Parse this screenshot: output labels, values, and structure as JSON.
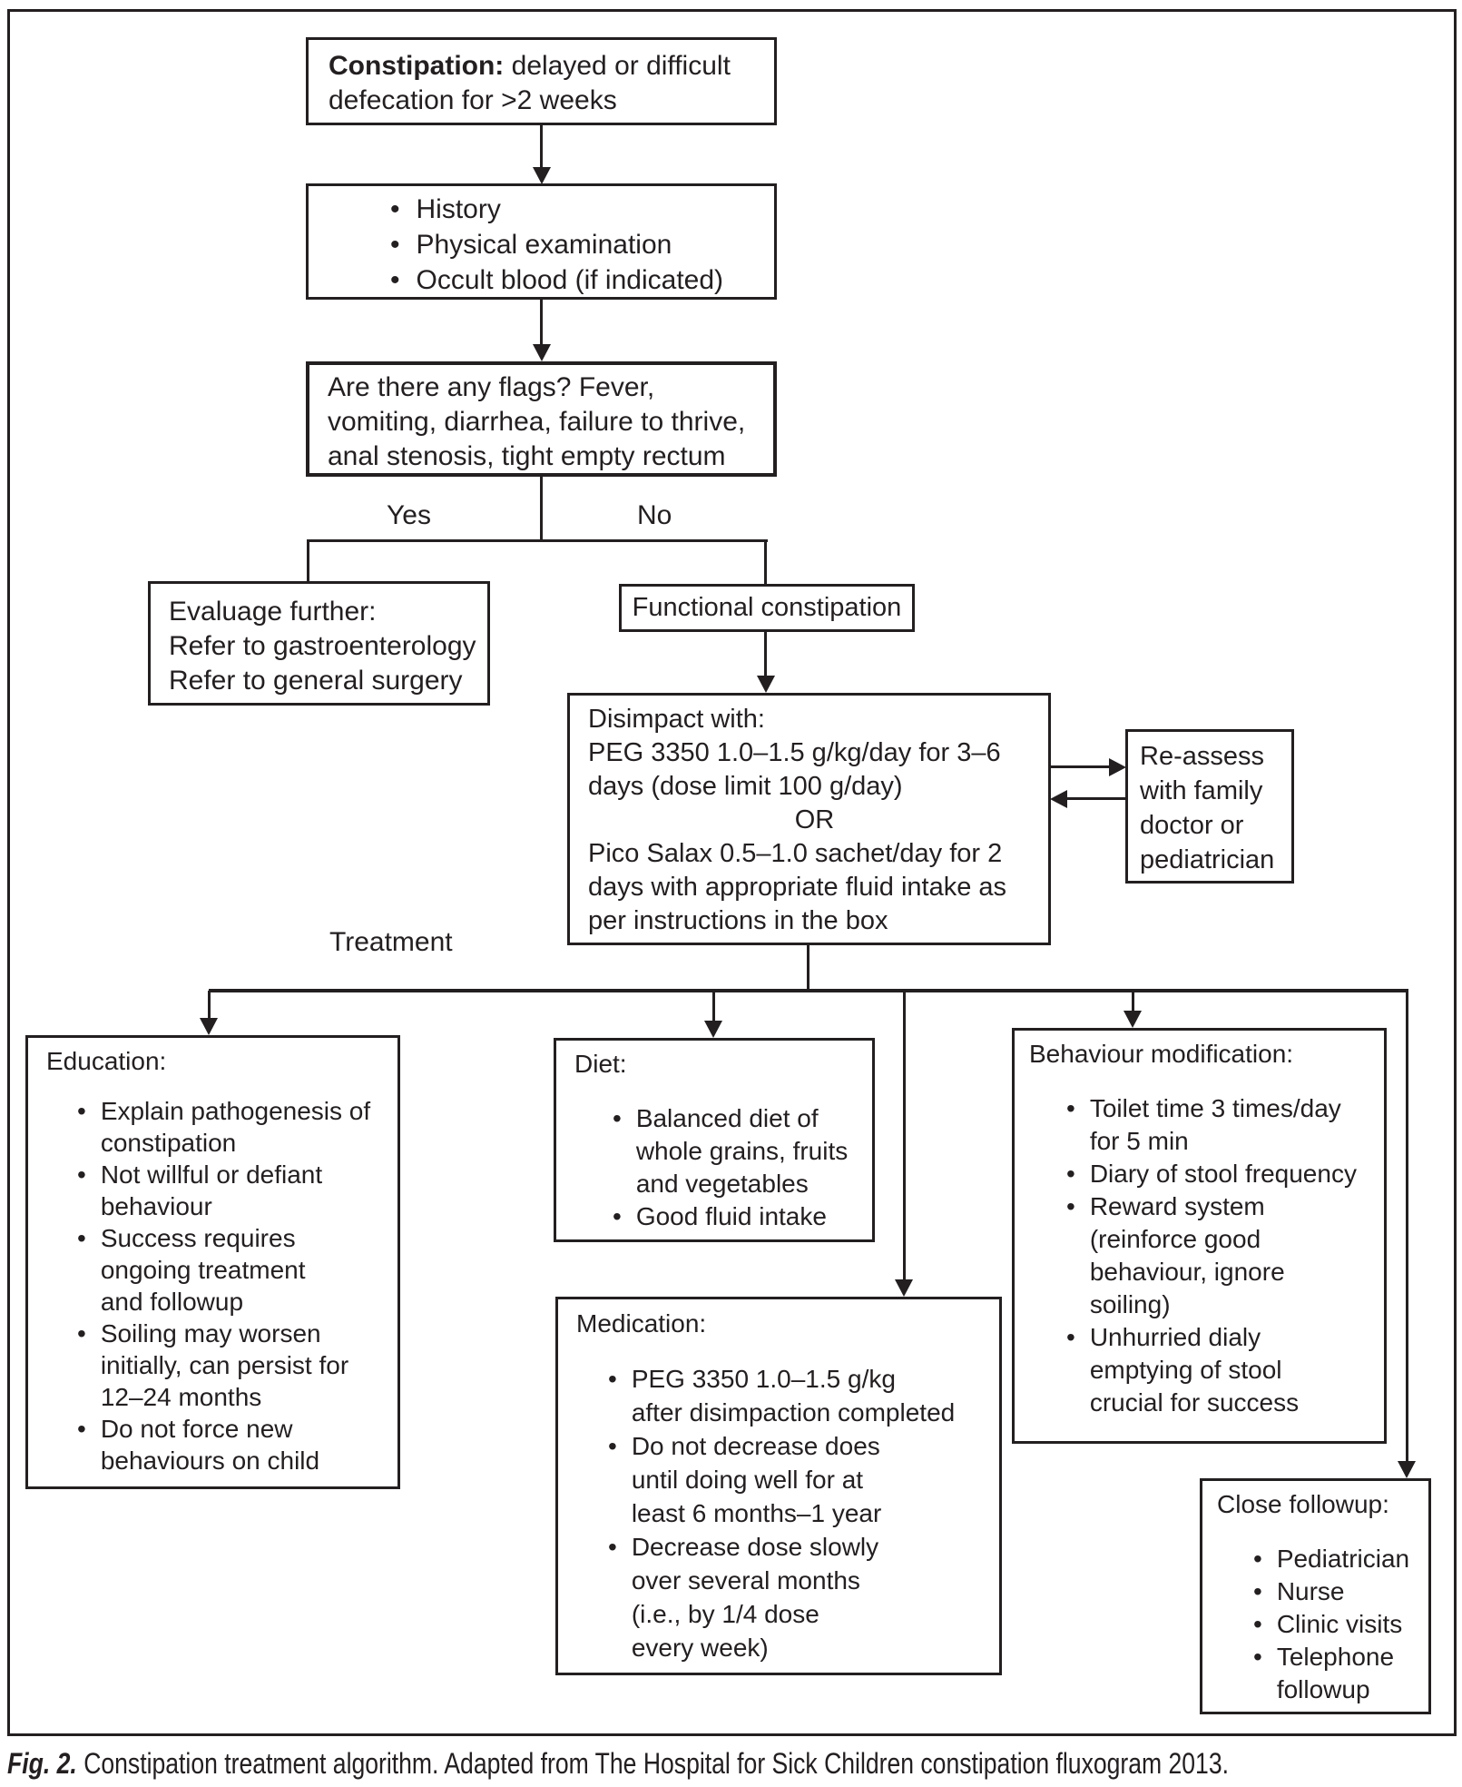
{
  "labels": {
    "yes": "Yes",
    "no": "No",
    "treatment": "Treatment"
  },
  "caption": {
    "label": "Fig. 2.",
    "text": "Constipation treatment algorithm. Adapted from The Hospital for Sick Children constipation fluxogram 2013."
  },
  "boxes": {
    "constipation": {
      "bold": "Constipation:",
      "rest": " delayed or difficult\ndefecation for >2 weeks"
    },
    "workup": {
      "items": [
        "History",
        "Physical examination",
        "Occult blood (if indicated)"
      ]
    },
    "flags": {
      "text": "Are there any flags? Fever,\nvomiting, diarrhea, failure to thrive,\nanal stenosis, tight empty rectum"
    },
    "evaluate": {
      "text": "Evaluage further:\nRefer to gastroenterology\nRefer to general surgery"
    },
    "functional": {
      "text": "Functional constipation"
    },
    "disimpact": {
      "text_top": "Disimpact with:\nPEG 3350 1.0–1.5 g/kg/day for 3–6\ndays (dose limit 100 g/day)",
      "or": "OR",
      "text_bottom": "Pico Salax 0.5–1.0 sachet/day for 2\ndays with appropriate fluid intake as\nper instructions in the box"
    },
    "reassess": {
      "text": "Re-assess\nwith family\ndoctor or\npediatrician"
    },
    "education": {
      "title": "Education:",
      "items": [
        "Explain pathogenesis of\nconstipation",
        "Not willful or defiant\nbehaviour",
        "Success requires\nongoing treatment\nand followup",
        "Soiling may worsen\ninitially, can persist for\n12–24 months",
        "Do not force new\nbehaviours on child"
      ]
    },
    "diet": {
      "title": "Diet:",
      "items": [
        "Balanced diet of\nwhole grains, fruits\nand vegetables",
        "Good fluid intake"
      ]
    },
    "medication": {
      "title": "Medication:",
      "items": [
        "PEG 3350 1.0–1.5 g/kg\nafter disimpaction completed",
        "Do not decrease does\nuntil doing well for at\nleast 6 months–1 year",
        "Decrease dose slowly\nover several months\n(i.e., by 1/4 dose\nevery week)"
      ]
    },
    "behaviour": {
      "title": "Behaviour modification:",
      "items": [
        "Toilet time 3 times/day\nfor 5 min",
        "Diary of stool frequency",
        "Reward system\n(reinforce good\nbehaviour, ignore\nsoiling)",
        "Unhurried dialy\nemptying of stool\ncrucial for success"
      ]
    },
    "followup": {
      "title": "Close followup:",
      "items": [
        "Pediatrician",
        "Nurse",
        "Clinic visits",
        "Telephone\nfollowup"
      ]
    }
  }
}
